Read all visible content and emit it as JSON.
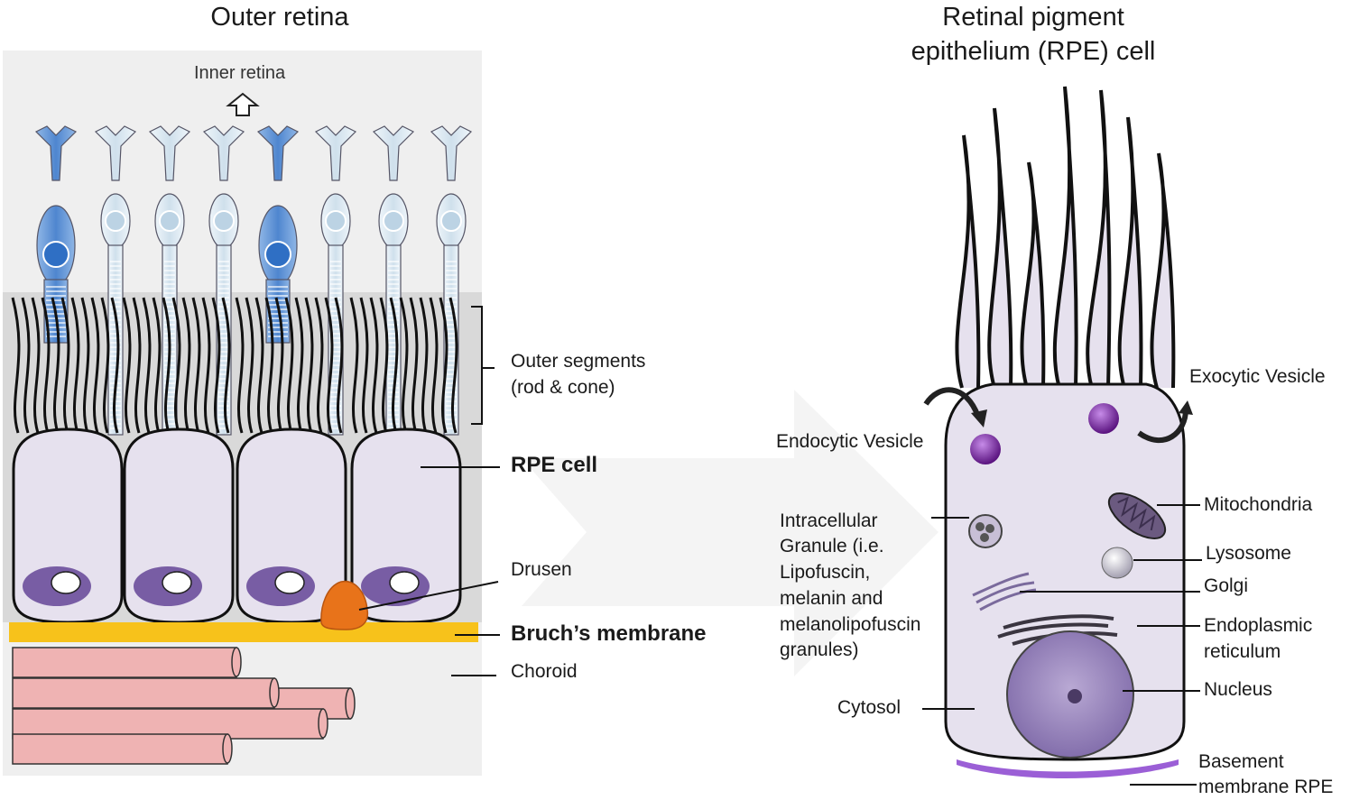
{
  "left_panel": {
    "title": "Outer retina",
    "inner_retina_label": "Inner retina",
    "labels": {
      "outer_segments_line1": "Outer segments",
      "outer_segments_line2": "(rod & cone)",
      "rpe_cell": "RPE  cell",
      "drusen": "Drusen",
      "bruchs_membrane": "Bruch’s membrane",
      "choroid": "Choroid"
    }
  },
  "right_panel": {
    "title_line1": "Retinal pigment",
    "title_line2": "epithelium (RPE) cell",
    "labels": {
      "exocytic_vesicle": "Exocytic Vesicle",
      "endocytic_vesicle": "Endocytic Vesicle",
      "mitochondria": "Mitochondria",
      "intracellular_granule": [
        "Intracellular",
        "Granule (i.e.",
        "Lipofuscin,",
        "melanin  and",
        "melanolipofuscin",
        "granules)"
      ],
      "lysosome": "Lysosome",
      "golgi": "Golgi",
      "endoplasmic_reticulum": [
        "Endoplasmic",
        "reticulum"
      ],
      "nucleus": "Nucleus",
      "cytosol": "Cytosol",
      "basement_membrane": [
        "Basement",
        "membrane RPE"
      ]
    }
  },
  "colors": {
    "panel_bg": "#efefef",
    "rpe_zone": "#d9d9d9",
    "cell_fill": "#e6e1ee",
    "nucleus_purple": "#6b4f9b",
    "bruchs_yellow": "#f7c21b",
    "drusen_orange": "#e8731a",
    "choroid_pink": "#efb3b3",
    "cone_blue": "#5b8fd4",
    "rod_pale": "#dbe9f2",
    "vesicle_purple": "#7a2aa8",
    "basement_violet": "#9b5fd6"
  }
}
